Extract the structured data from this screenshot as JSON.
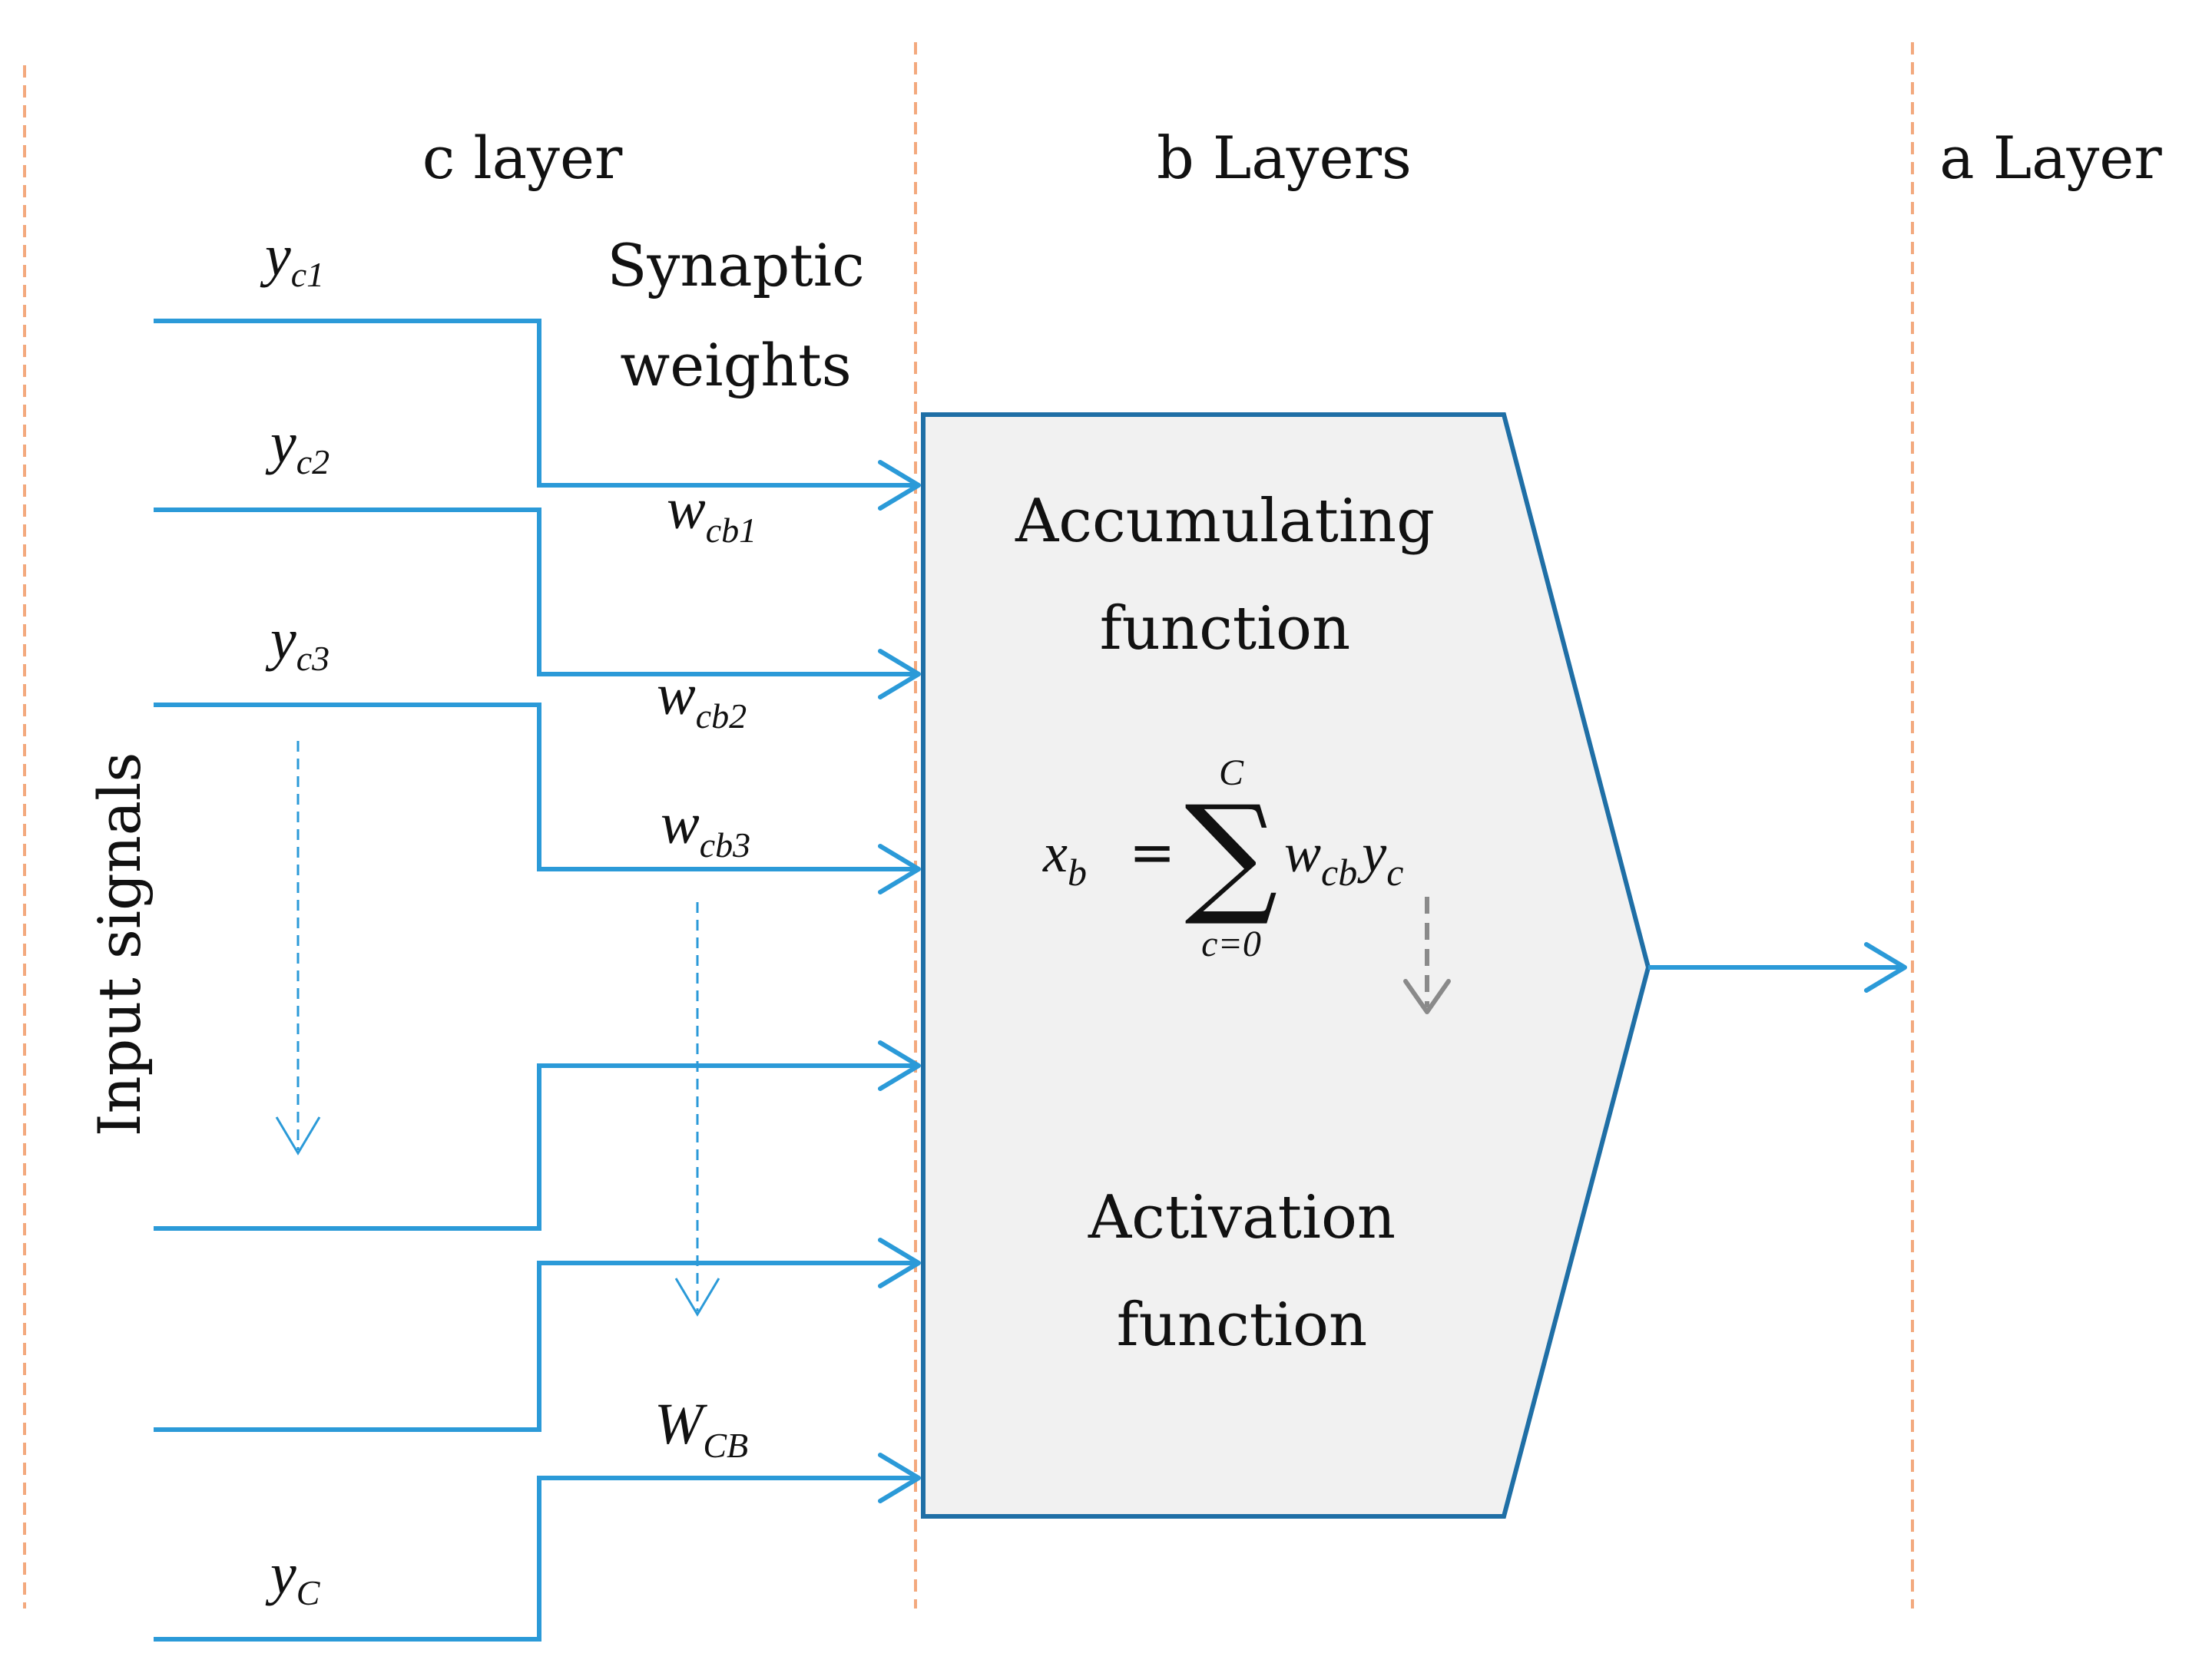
{
  "layers": {
    "c_title": "c layer",
    "b_title": "b Layers",
    "a_title": "a Layer"
  },
  "weights_heading": {
    "line1": "Synaptic",
    "line2": "weights"
  },
  "input_axis_label": "Input signals",
  "inputs": [
    {
      "base": "y",
      "sub": "c1"
    },
    {
      "base": "y",
      "sub": "c2"
    },
    {
      "base": "y",
      "sub": "c3"
    },
    {
      "base": "y",
      "sub": "C"
    }
  ],
  "weights": [
    {
      "base": "w",
      "sub": "cb1"
    },
    {
      "base": "w",
      "sub": "cb2"
    },
    {
      "base": "w",
      "sub": "cb3"
    },
    {
      "base": "W",
      "sub": "CB"
    }
  ],
  "neuron": {
    "accumulating_line1": "Accumulating",
    "accumulating_line2": "function",
    "activation_line1": "Activation",
    "activation_line2": "function"
  },
  "formula": {
    "lhs_base": "x",
    "lhs_sub": "b",
    "equals": "=",
    "sigma": "∑",
    "upper": "C",
    "lower": "c=0",
    "term1_base": "w",
    "term1_sub": "cb",
    "term2_base": "y",
    "term2_sub": "c"
  },
  "colors": {
    "signal": "#2b9ad8",
    "divider": "#f3a97e",
    "box_fill": "#f1f1f1",
    "box_stroke": "#1f6fa6",
    "gray_arrow": "#8a8a8a"
  }
}
